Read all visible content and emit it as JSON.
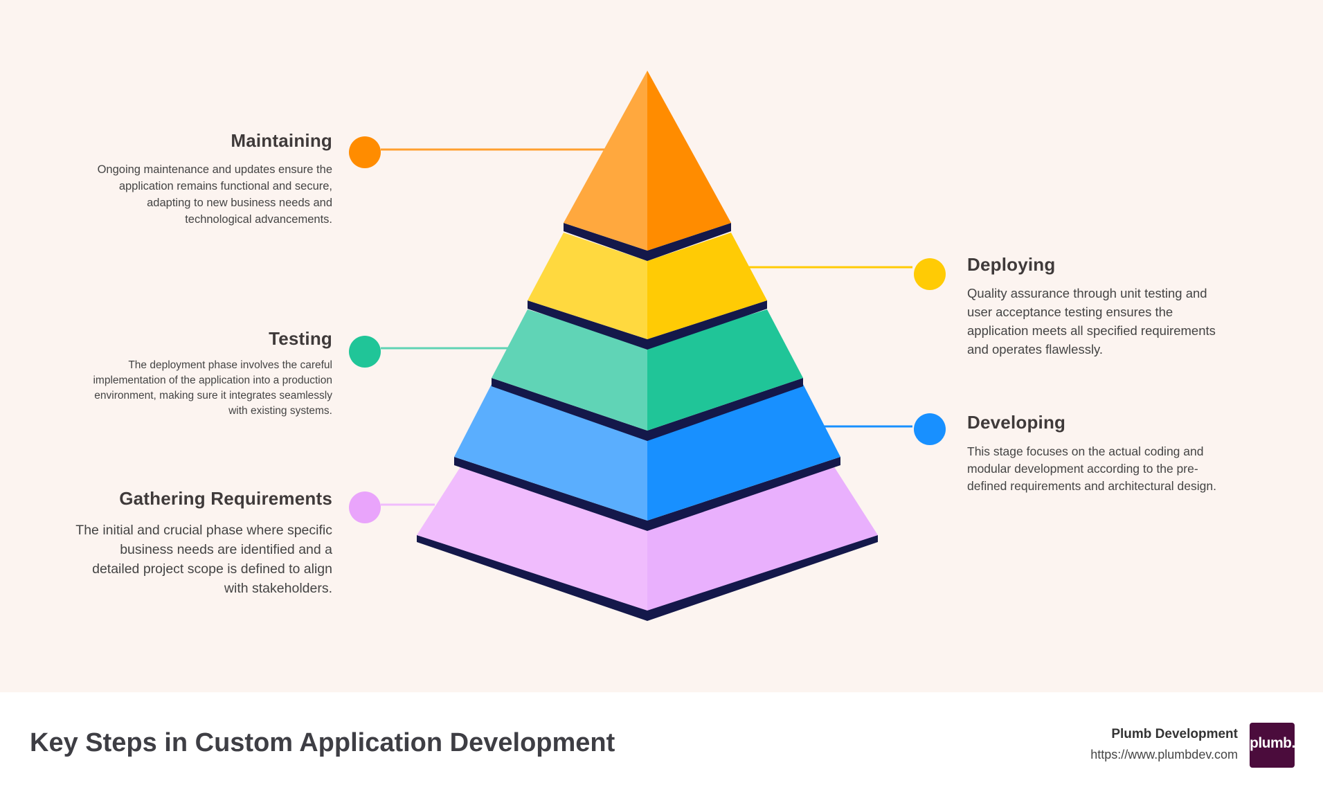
{
  "steps": {
    "maintaining": {
      "title": "Maintaining",
      "description": "Ongoing maintenance and updates ensure the application remains functional and secure, adapting to new business needs and technological advancements.",
      "color": "#ff8c00"
    },
    "testing": {
      "title": "Testing",
      "description": "The deployment phase involves the careful implementation of the application into a production environment, making sure it integrates seamlessly with existing systems.",
      "color": "#20c598"
    },
    "gathering": {
      "title": "Gathering Requirements",
      "description": "The initial and crucial phase where specific business needs are identified and a detailed project scope is defined to align with stakeholders.",
      "color": "#e9a4fb"
    },
    "deploying": {
      "title": "Deploying",
      "description": "Quality assurance through unit testing and user acceptance testing ensures the application meets all specified requirements and operates flawlessly.",
      "color": "#ffcb05"
    },
    "developing": {
      "title": "Developing",
      "description": "This stage focuses on the actual coding and modular development according to the pre-defined requirements and architectural design.",
      "color": "#1890ff"
    }
  },
  "footer": {
    "title": "Key Steps in Custom Application Development",
    "brand_name": "Plumb Development",
    "brand_url": "https://www.plumbdev.com",
    "logo_text": "plumb."
  }
}
